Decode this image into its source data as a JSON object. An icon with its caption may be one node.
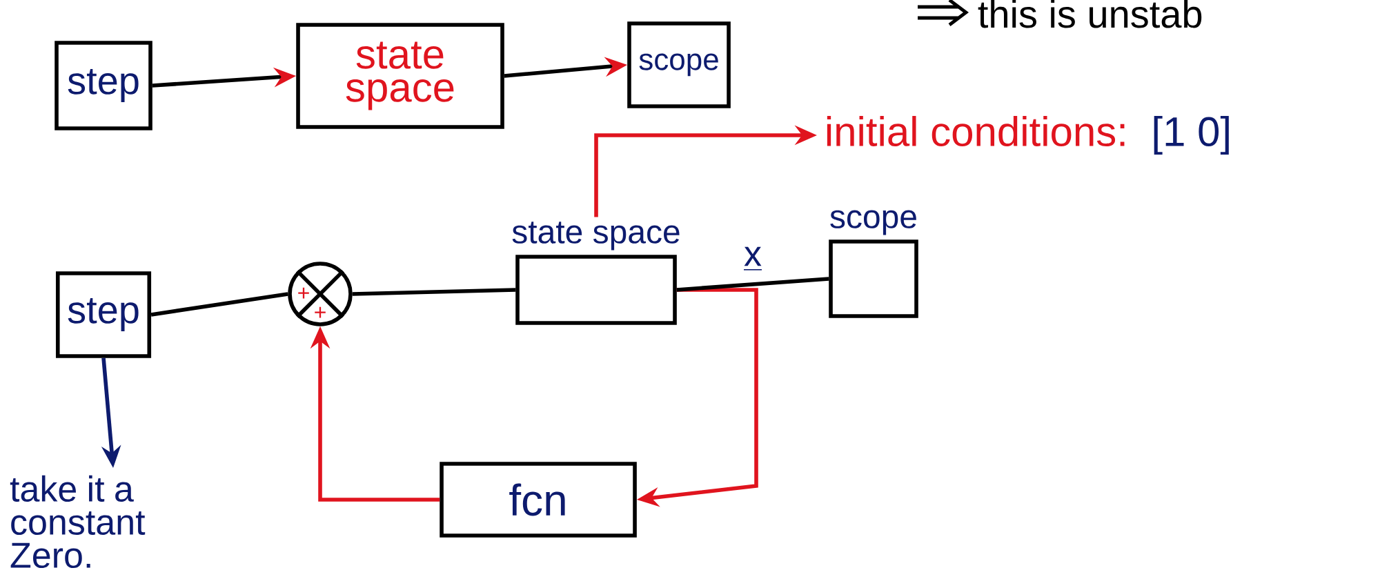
{
  "diagram": {
    "nodes": [
      {
        "text": [
          "step"
        ]
      },
      {
        "text": [
          "state space"
        ]
      },
      {
        "text": [
          "scope"
        ]
      },
      {
        "text": [
          "initial conditions:",
          "[1 0]"
        ]
      },
      {
        "text": [
          "step"
        ]
      },
      {
        "text": [],
        "shape": "circle"
      },
      {
        "text": [
          "state space"
        ]
      },
      {
        "text": [
          "scope"
        ]
      },
      {
        "text": [
          "fcn"
        ]
      },
      {
        "text": [
          "take it a constant Zero."
        ]
      }
    ],
    "edges": [
      {
        "from": 0,
        "to": 1,
        "arrow": "to"
      },
      {
        "from": 1,
        "to": 2,
        "arrow": "to"
      },
      {
        "from": 4,
        "to": 5,
        "arrow": "none"
      },
      {
        "from": 5,
        "to": 6,
        "arrow": "none"
      },
      {
        "from": 6,
        "to": 7,
        "arrow": "none",
        "label": "x"
      },
      {
        "from": 6,
        "to": 3,
        "arrow": "to",
        "color": "#e0141e"
      },
      {
        "from": 6,
        "to": 8,
        "arrow": "to",
        "color": "#e0141e"
      },
      {
        "from": 8,
        "to": 5,
        "arrow": "to",
        "color": "#e0141e"
      },
      {
        "from": 4,
        "to": 9,
        "arrow": "to",
        "color": "#0d1b6e"
      }
    ],
    "labels": [
      "this is unstab",
      "+",
      "+"
    ]
  }
}
